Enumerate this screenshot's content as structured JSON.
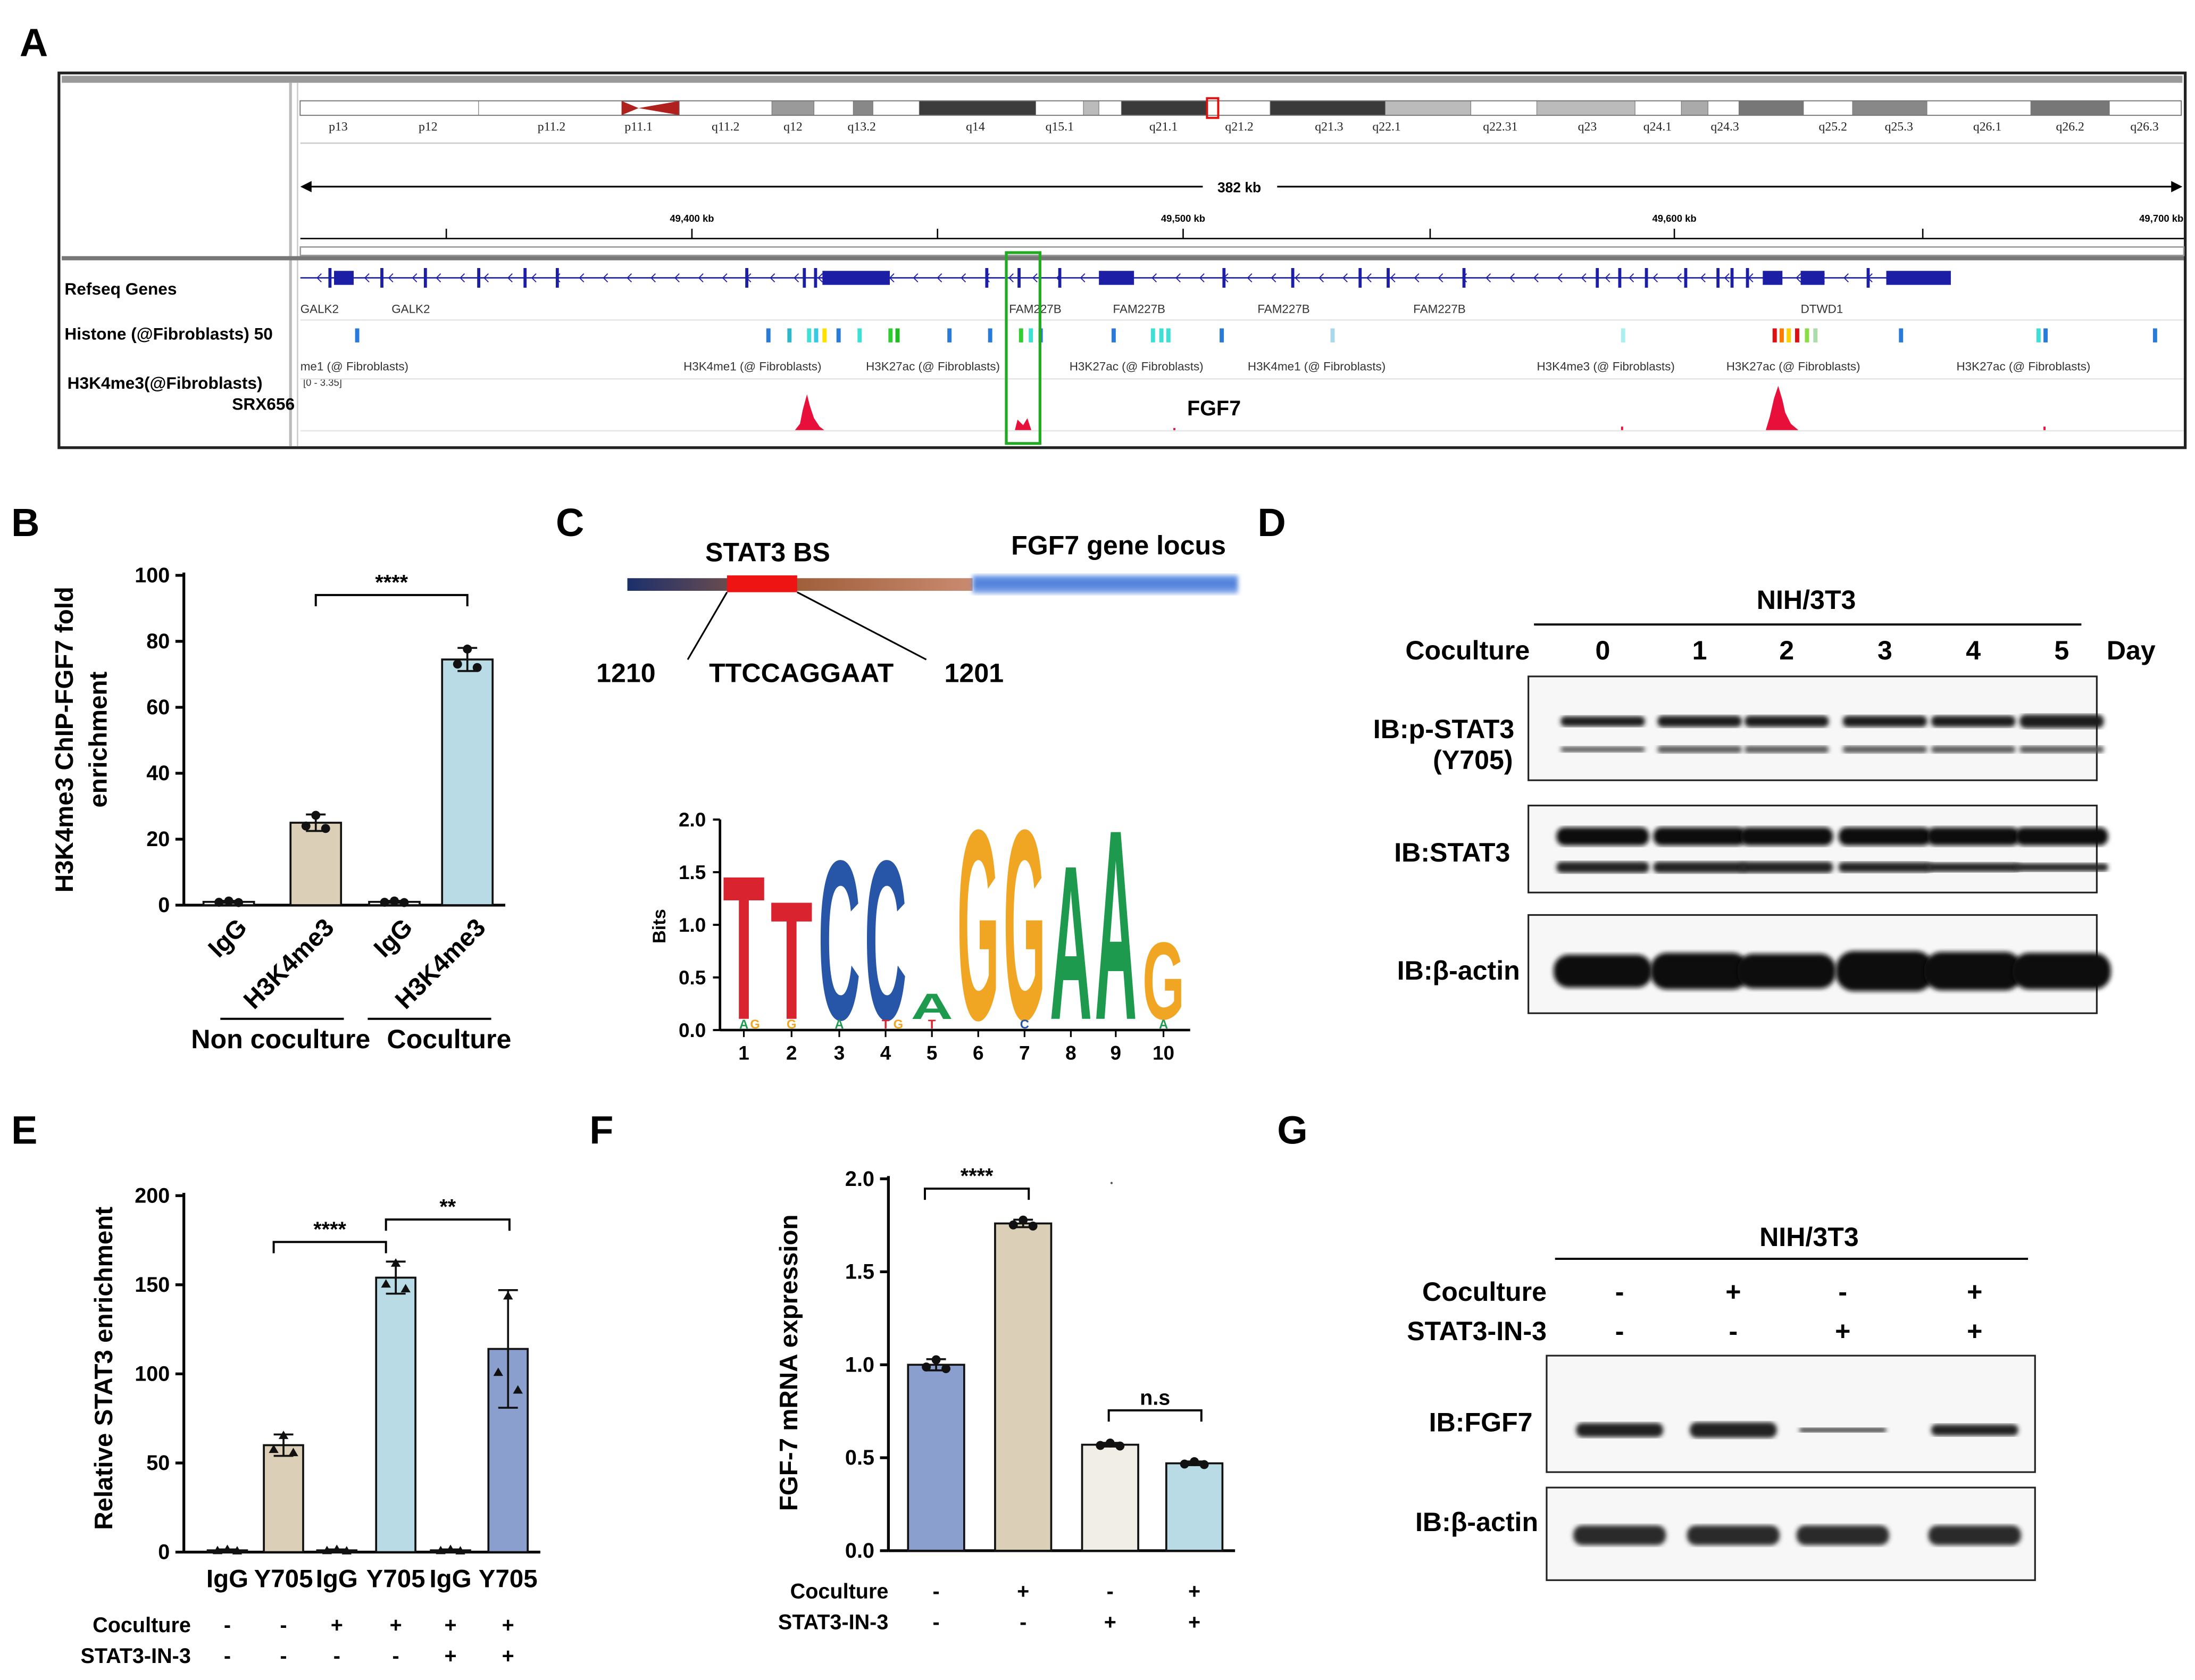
{
  "panel_labels": [
    "A",
    "B",
    "C",
    "D",
    "E",
    "F",
    "G"
  ],
  "panel_a": {
    "bands": [
      "p13",
      "p12",
      "p11.2",
      "p11.1",
      "q11.2",
      "q12",
      "q13.2",
      "q14",
      "q15.1",
      "q21.1",
      "q21.2",
      "q21.3",
      "q22.1",
      "q22.31",
      "q23",
      "q24.1",
      "q24.3",
      "q25.2",
      "q25.3",
      "q26.1",
      "q26.2",
      "q26.3"
    ],
    "span": "382 kb",
    "ticks": [
      "49,400 kb",
      "49,500 kb",
      "49,600 kb",
      "49,700 kb"
    ],
    "tracks": {
      "refseq": "Refseq Genes",
      "histone": "Histone (@Fibroblasts) 50",
      "h3k4me3": "H3K4me3(@Fibroblasts)",
      "range": "[0 - 3.35]",
      "srx": "SRX656"
    },
    "genes": [
      "GALK2",
      "GALK2",
      "FAM227B",
      "FAM227B",
      "FAM227B",
      "FAM227B",
      "DTWD1"
    ],
    "histone_marks": [
      "me1 (@ Fibroblasts)",
      "H3K4me1 (@ Fibroblasts)",
      "H3K27ac (@ Fibroblasts)",
      "H3K27ac (@ Fibroblasts)",
      "H3K4me1 (@ Fibroblasts)",
      "H3K4me3 (@ Fibroblasts)",
      "H3K27ac (@ Fibroblasts)",
      "H3K27ac (@ Fibroblasts)"
    ],
    "gene_label": "FGF7",
    "colors": {
      "gene": "#1c1fa6",
      "peak": "#e8103a",
      "highlight": "#22aa22"
    }
  },
  "panel_b": {
    "chart_data": {
      "type": "bar",
      "ylabel": "H3K4me3 ChIP-FGF7 fold enrichment",
      "ylim": [
        0,
        100
      ],
      "yticks": [
        "0",
        "20",
        "40",
        "60",
        "80",
        "100"
      ],
      "categories": [
        "IgG",
        "H3K4me3",
        "IgG",
        "H3K4me3"
      ],
      "values": [
        1,
        25,
        1,
        74.5
      ],
      "errors": [
        0.3,
        2.5,
        0.3,
        3.5
      ],
      "colors": [
        "#ffffff",
        "#dccfb7",
        "#ffffff",
        "#b9dbe5"
      ],
      "groups": [
        "Non coculture",
        "Coculture"
      ],
      "significance": [
        "****"
      ]
    }
  },
  "panel_c": {
    "stat3_bs": "STAT3 BS",
    "locus": "FGF7 gene locus",
    "pos_left": "1210",
    "sequence": "TTCCAGGAAT",
    "pos_right": "1201",
    "logo_ylabel": "Bits",
    "logo_yticks": [
      "0.0",
      "0.5",
      "1.0",
      "1.5",
      "2.0"
    ],
    "logo_positions": [
      "1",
      "2",
      "3",
      "4",
      "5",
      "6",
      "7",
      "8",
      "9",
      "10"
    ],
    "logo_letters": [
      "T",
      "T",
      "C",
      "C",
      "A",
      "G",
      "G",
      "A",
      "A",
      "G"
    ]
  },
  "panel_d": {
    "cell_line": "NIH/3T3",
    "condition": "Coculture",
    "days": [
      "0",
      "1",
      "2",
      "3",
      "4",
      "5"
    ],
    "day_label": "Day",
    "blots": [
      "IB:p-STAT3",
      "(Y705)",
      "IB:STAT3",
      "IB:β-actin"
    ]
  },
  "panel_e": {
    "chart_data": {
      "type": "bar",
      "ylabel": "Relative STAT3 enrichment",
      "ylim": [
        0,
        200
      ],
      "yticks": [
        "0",
        "50",
        "100",
        "150",
        "200"
      ],
      "categories": [
        "IgG",
        "Y705",
        "IgG",
        "Y705",
        "IgG",
        "Y705"
      ],
      "values": [
        1,
        60,
        1,
        154,
        1,
        114
      ],
      "errors": [
        0.5,
        6,
        0.5,
        9,
        0.5,
        33
      ],
      "colors": [
        "#ffffff",
        "#dccfb7",
        "#ffffff",
        "#b9dbe5",
        "#ffffff",
        "#8b9fcf"
      ],
      "rows": [
        {
          "label": "Coculture",
          "values": [
            "-",
            "-",
            "+",
            "+",
            "+",
            "+"
          ]
        },
        {
          "label": "STAT3-IN-3",
          "values": [
            "-",
            "-",
            "-",
            "-",
            "+",
            "+"
          ]
        }
      ],
      "significance": [
        "****",
        "**"
      ]
    }
  },
  "panel_f": {
    "chart_data": {
      "type": "bar",
      "ylabel": "FGF-7 mRNA expression",
      "ylim": [
        0,
        2.0
      ],
      "yticks": [
        "0.0",
        "0.5",
        "1.0",
        "1.5",
        "2.0"
      ],
      "values": [
        1.0,
        1.76,
        0.57,
        0.47
      ],
      "errors": [
        0.03,
        0.02,
        0.01,
        0.01
      ],
      "colors": [
        "#8b9fcf",
        "#dccfb7",
        "#f1eee7",
        "#b9dbe5"
      ],
      "rows": [
        {
          "label": "Coculture",
          "values": [
            "-",
            "+",
            "-",
            "+"
          ]
        },
        {
          "label": "STAT3-IN-3",
          "values": [
            "-",
            "-",
            "+",
            "+"
          ]
        }
      ],
      "significance": [
        "****",
        "n.s"
      ]
    }
  },
  "panel_g": {
    "cell_line": "NIH/3T3",
    "rows": [
      {
        "label": "Coculture",
        "values": [
          "-",
          "+",
          "-",
          "+"
        ]
      },
      {
        "label": "STAT3-IN-3",
        "values": [
          "-",
          "-",
          "+",
          "+"
        ]
      }
    ],
    "blots": [
      "IB:FGF7",
      "IB:β-actin"
    ]
  }
}
